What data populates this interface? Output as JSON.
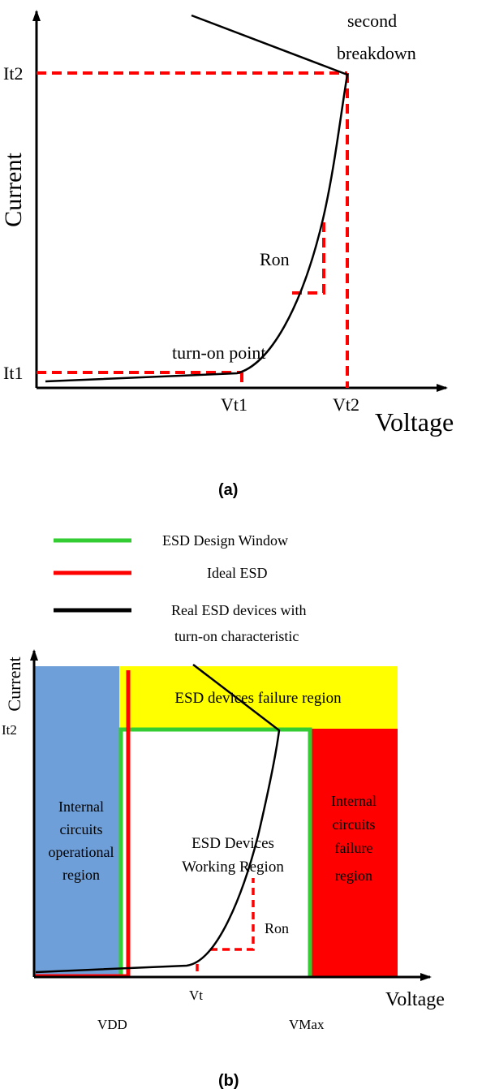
{
  "panel_a": {
    "caption": "(a)",
    "y_axis_label": "Current",
    "x_axis_label": "Voltage",
    "it2_label": "It2",
    "it1_label": "It1",
    "vt1_label": "Vt1",
    "vt2_label": "Vt2",
    "breakdown_label_line1": "second",
    "breakdown_label_line2": "breakdown",
    "ron_label": "Ron",
    "turnon_label": "turn-on point"
  },
  "panel_b": {
    "caption": "(b)",
    "legend": [
      {
        "label": "ESD Design Window",
        "color": "#33cc33"
      },
      {
        "label": "Ideal ESD",
        "color": "#ff0000"
      },
      {
        "label_line1": "Real ESD devices with",
        "label_line2": "turn-on characteristic",
        "color": "#000000"
      }
    ],
    "y_axis_label": "Current",
    "x_axis_label": "Voltage",
    "it2_label": "It2",
    "vt_label": "Vt",
    "vdd_label": "VDD",
    "vmax_label": "VMax",
    "ron_label": "Ron",
    "failure_region_label": "ESD devices failure region",
    "internal_operational_lines": [
      "Internal",
      "circuits",
      "operational",
      "region"
    ],
    "working_region_lines": [
      "ESD Devices",
      "Working Region"
    ],
    "internal_failure_lines": [
      "Internal",
      "circuits",
      "failure",
      "region"
    ],
    "colors": {
      "operational_region": "#6f9fd8",
      "device_failure_region": "#ffff00",
      "circuit_failure_region": "#ff0000",
      "design_window": "#33cc33",
      "ideal_esd": "#ff0000",
      "guide_dash": "#ff0000"
    }
  }
}
